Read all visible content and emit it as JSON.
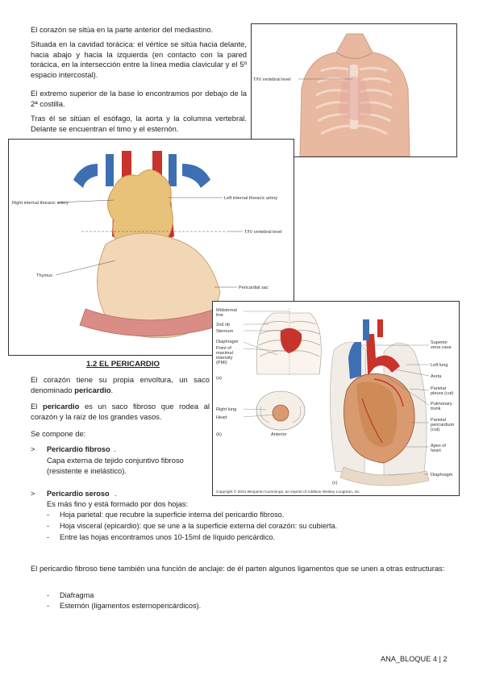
{
  "text": {
    "p1": "El corazón se sitúa en la parte anterior del mediastino.",
    "p2": "Situada en la cavidad torácica: el vértice se sitúa hacia delante, hacia abajo y hacia la izquierda (en contacto con la pared torácica, en la intersección entre la línea media clavicular y el 5º espacio intercostal).",
    "p3": "El extremo superior de la base lo encontramos por debajo de la 2ª costilla.",
    "p4": "Tras él se sitúan el esófago, la aorta y la columna vertebral. Delante se encuentran el timo y el esternón.",
    "section_title": "1.2 EL PERICARDIO",
    "p5_a": "El corazón tiene su propia envoltura, un saco denominado ",
    "p5_b": "pericardio",
    "p5_c": ".",
    "p6_a": "El ",
    "p6_b": "pericardio",
    "p6_c": " es un saco fibroso que rodea al corazón y la raíz de los grandes vasos.",
    "p7": "Se compone de:",
    "fibroso_title": "Pericardio fibroso",
    "fibroso_desc": "Capa externa de tejido conjuntivo fibroso (resistente e inelástico).",
    "seroso_title": "Pericardio seroso",
    "seroso_desc": "Es más fino y está formado por dos hojas:",
    "seroso_items": [
      "Hoja parietal: que recubre la superficie interna del pericardio fibroso.",
      "Hoja visceral (epicardio): que se une a la superficie externa del corazón: su cubierta.",
      "Entre las hojas encontramos unos 10-15ml de líquido pericárdico."
    ],
    "p8": "El pericardio fibroso tiene también una función de anclaje: de él parten algunos ligamentos que se unen a otras estructuras:",
    "anclaje_items": [
      "Diafragma",
      "Esternón (ligamentos esternopericárdicos)."
    ],
    "footer": "ANA_BLOQUE 4 | 2"
  },
  "fig1": {
    "label": "T/IV vertebral level"
  },
  "fig2": {
    "labels": {
      "right_artery": "Right internal thoracic artery",
      "left_artery": "Left internal thoracic artery",
      "level": "T/IV vertebral level",
      "thymus": "Thymus",
      "sac": "Pericardial sac"
    }
  },
  "fig3": {
    "labels": {
      "midsternal": "Midsternal",
      "line": "line",
      "rib": "2nd rib",
      "sternum": "Sternum",
      "diaphragm_a": "Diaphragm",
      "pmi1": "Point of",
      "pmi2": "maximal",
      "pmi3": "intensity",
      "pmi4": "(PMI)",
      "a": "(a)",
      "right_lung": "Right lung",
      "heart": "Heart",
      "b": "(b)",
      "anterior": "Anterior",
      "svc1": "Superior",
      "svc2": "vena cava",
      "left_lung": "Left lung",
      "aorta": "Aorta",
      "pp1": "Parietal",
      "pp2": "pleura (cut)",
      "pt1": "Pulmonary",
      "pt2": "trunk",
      "ppc1": "Parietal",
      "ppc2": "pericardium",
      "ppc3": "(cut)",
      "apex1": "Apex of",
      "apex2": "heart",
      "diaphragm": "Diaphragm",
      "c": "(c)",
      "copyright": "Copyright © 2001 Benjamin Cummings, an imprint of Addison Wesley Longman, Inc."
    }
  },
  "colors": {
    "vein_blue": "#3f6fb3",
    "artery_red": "#c8332b",
    "thymus": "#e9c27a",
    "skin": "#e8b9a0"
  }
}
